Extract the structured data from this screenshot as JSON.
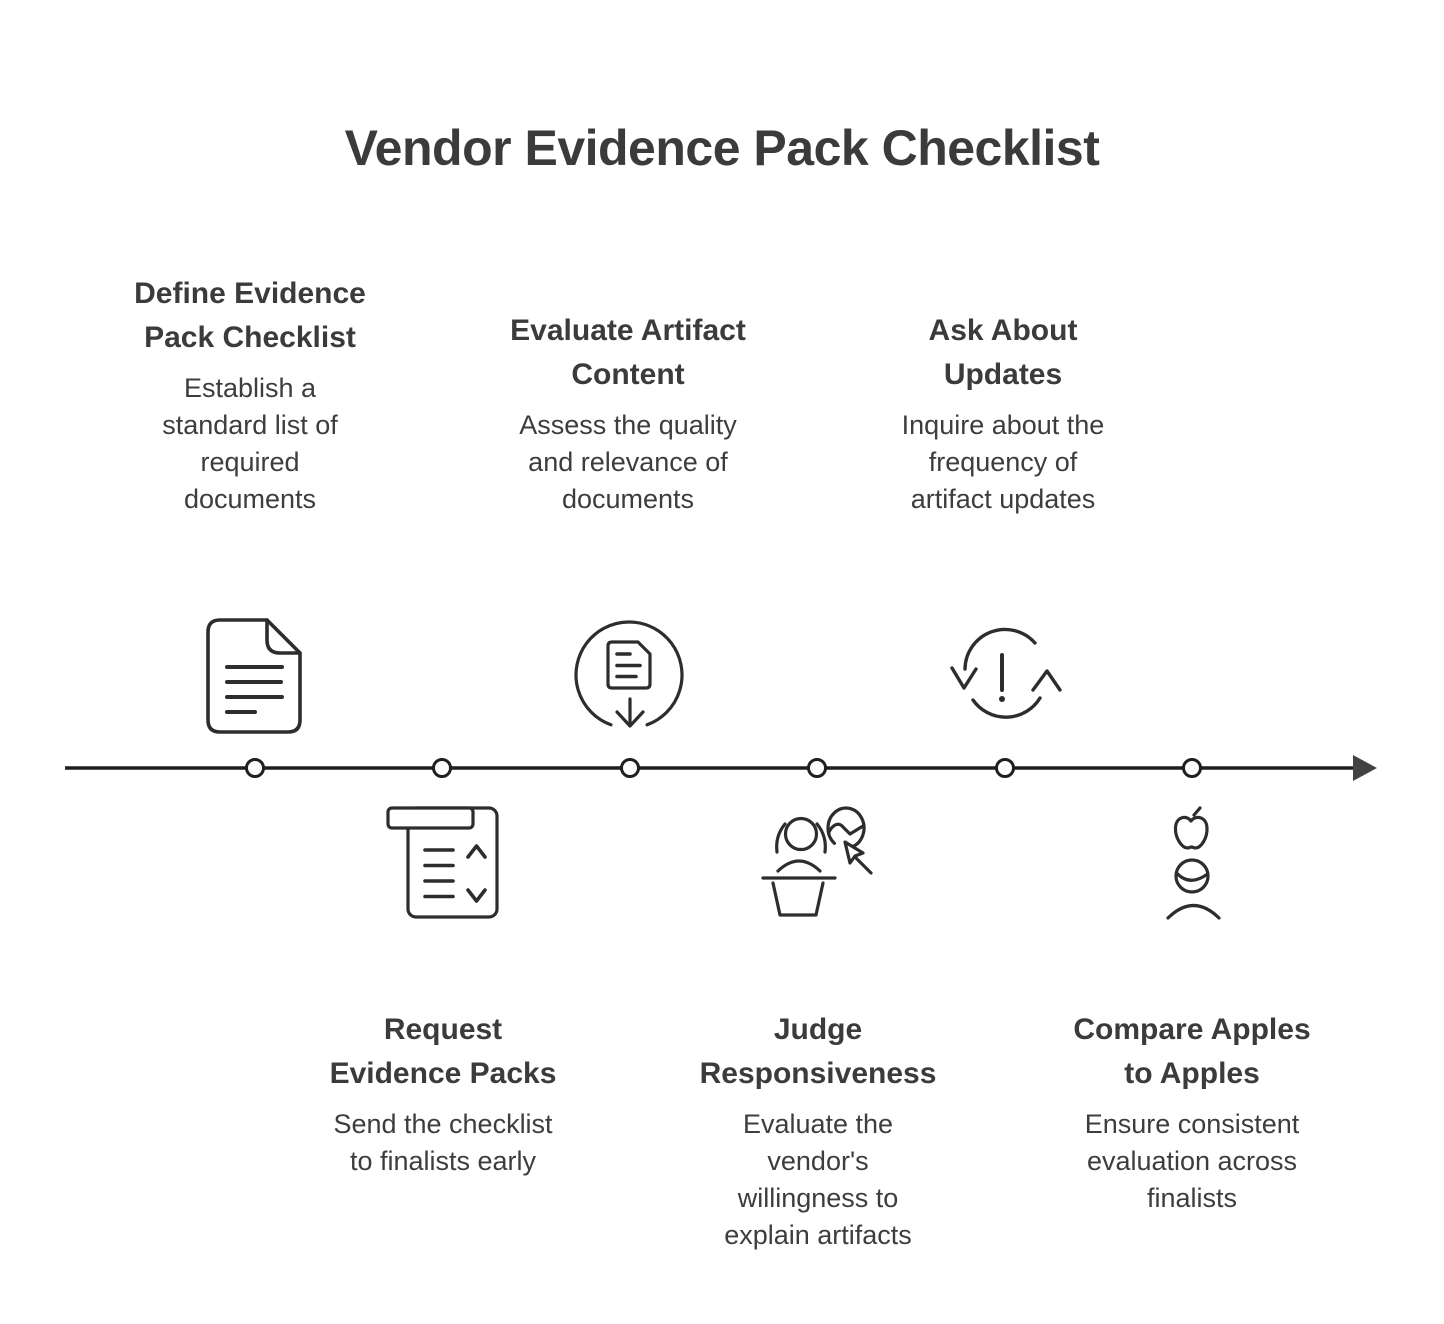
{
  "title": "Vendor Evidence Pack Checklist",
  "colors": {
    "background": "#ffffff",
    "heading_text": "#3b3b3b",
    "body_text": "#3d3d3d",
    "icon_stroke": "#2d2d2d",
    "timeline_line": "#1f1f1f",
    "arrowhead": "#424242",
    "node_fill": "#ffffff"
  },
  "timeline": {
    "direction": "left-to-right",
    "node_count": 6,
    "arrow": "right"
  },
  "steps": [
    {
      "order": 1,
      "position": "top",
      "icon": "document-icon",
      "title": "Define Evidence\nPack Checklist",
      "description": "Establish a\nstandard list of\nrequired\ndocuments"
    },
    {
      "order": 2,
      "position": "bottom",
      "icon": "checklist-icon",
      "title": "Request\nEvidence Packs",
      "description": "Send the checklist\nto finalists early"
    },
    {
      "order": 3,
      "position": "top",
      "icon": "document-download-icon",
      "title": "Evaluate Artifact\nContent",
      "description": "Assess the quality\nand relevance of\ndocuments"
    },
    {
      "order": 4,
      "position": "bottom",
      "icon": "presenter-cursor-icon",
      "title": "Judge\nResponsiveness",
      "description": "Evaluate the\nvendor's\nwillingness to\nexplain artifacts"
    },
    {
      "order": 5,
      "position": "top",
      "icon": "sync-alert-icon",
      "title": "Ask About\nUpdates",
      "description": "Inquire about the\nfrequency of\nartifact updates"
    },
    {
      "order": 6,
      "position": "bottom",
      "icon": "apples-compare-icon",
      "title": "Compare Apples\nto Apples",
      "description": "Ensure consistent\nevaluation across\nfinalists"
    }
  ]
}
